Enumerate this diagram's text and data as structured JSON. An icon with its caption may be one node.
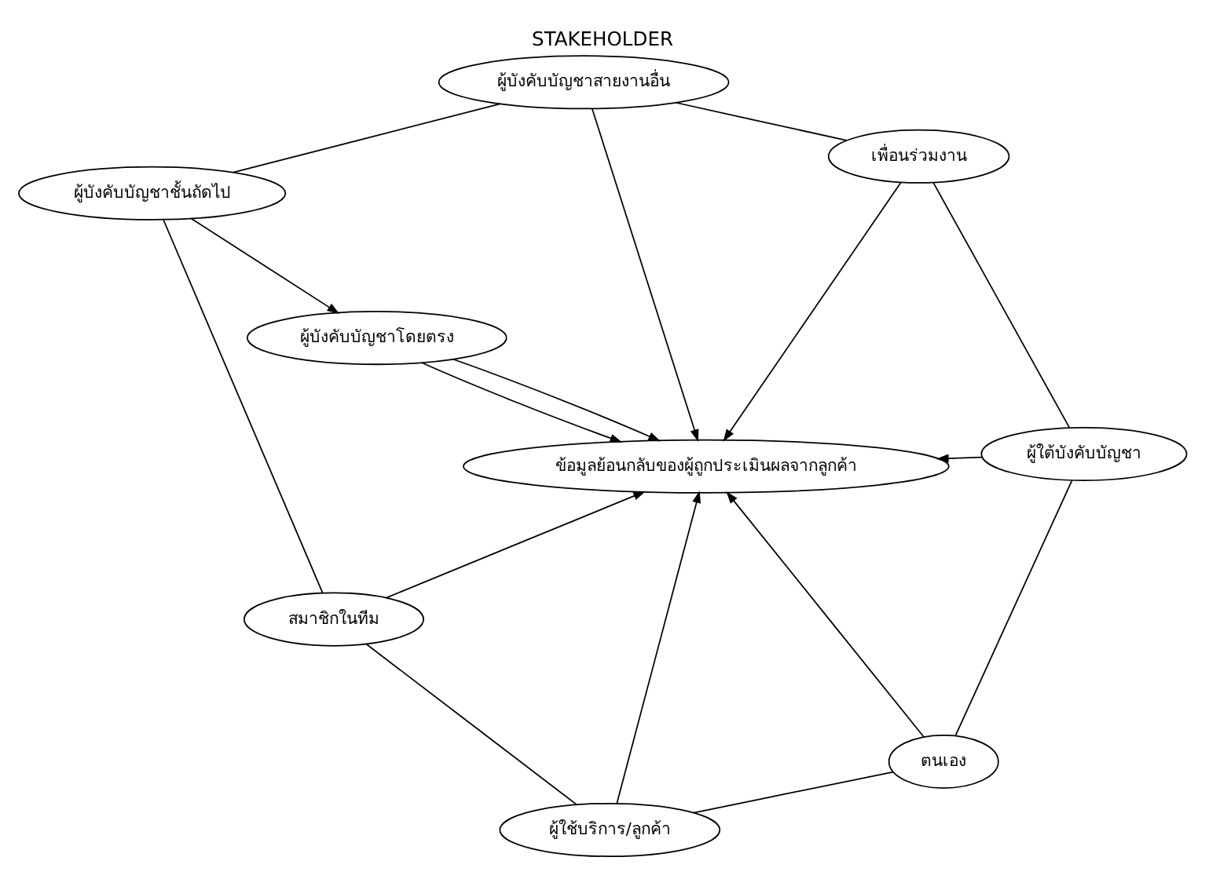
{
  "diagram": {
    "title": "STAKEHOLDER",
    "nodes": [
      {
        "text": [
          "ผู้บังคับบัญชาชั้นถัดไป"
        ]
      },
      {
        "text": [
          "ผู้บังคับบัญชาสายงานอื่น"
        ]
      },
      {
        "text": [
          "ผู้บังคับบัญชาโดยตรง"
        ]
      },
      {
        "text": [
          "สมาชิกในทีม"
        ]
      },
      {
        "text": [
          "เพื่อนร่วมงาน"
        ]
      },
      {
        "text": [
          "ข้อมูลย้อนกลับของผู้ถูกประเมินผลจากลูกค้า"
        ]
      },
      {
        "text": [
          "ผู้ใช้บริการ/ลูกค้า"
        ]
      },
      {
        "text": [
          "ตนเอง"
        ]
      },
      {
        "text": [
          "ผู้ใต้บังคับบัญชา"
        ]
      }
    ],
    "edges": [
      {
        "from": 0,
        "to": 2,
        "arrow": "to"
      },
      {
        "from": 2,
        "to": 5,
        "arrow": "to"
      },
      {
        "from": 2,
        "to": 5,
        "arrow": "to"
      },
      {
        "from": 1,
        "to": 5,
        "arrow": "to"
      },
      {
        "from": 3,
        "to": 5,
        "arrow": "to"
      },
      {
        "from": 4,
        "to": 5,
        "arrow": "to"
      },
      {
        "from": 6,
        "to": 5,
        "arrow": "to"
      },
      {
        "from": 7,
        "to": 5,
        "arrow": "to"
      },
      {
        "from": 8,
        "to": 5,
        "arrow": "to"
      },
      {
        "from": 0,
        "to": 1,
        "arrow": "none"
      },
      {
        "from": 1,
        "to": 4,
        "arrow": "none"
      },
      {
        "from": 4,
        "to": 8,
        "arrow": "none"
      },
      {
        "from": 8,
        "to": 7,
        "arrow": "none"
      },
      {
        "from": 7,
        "to": 6,
        "arrow": "none"
      },
      {
        "from": 6,
        "to": 3,
        "arrow": "none"
      },
      {
        "from": 3,
        "to": 0,
        "arrow": "none"
      }
    ]
  }
}
